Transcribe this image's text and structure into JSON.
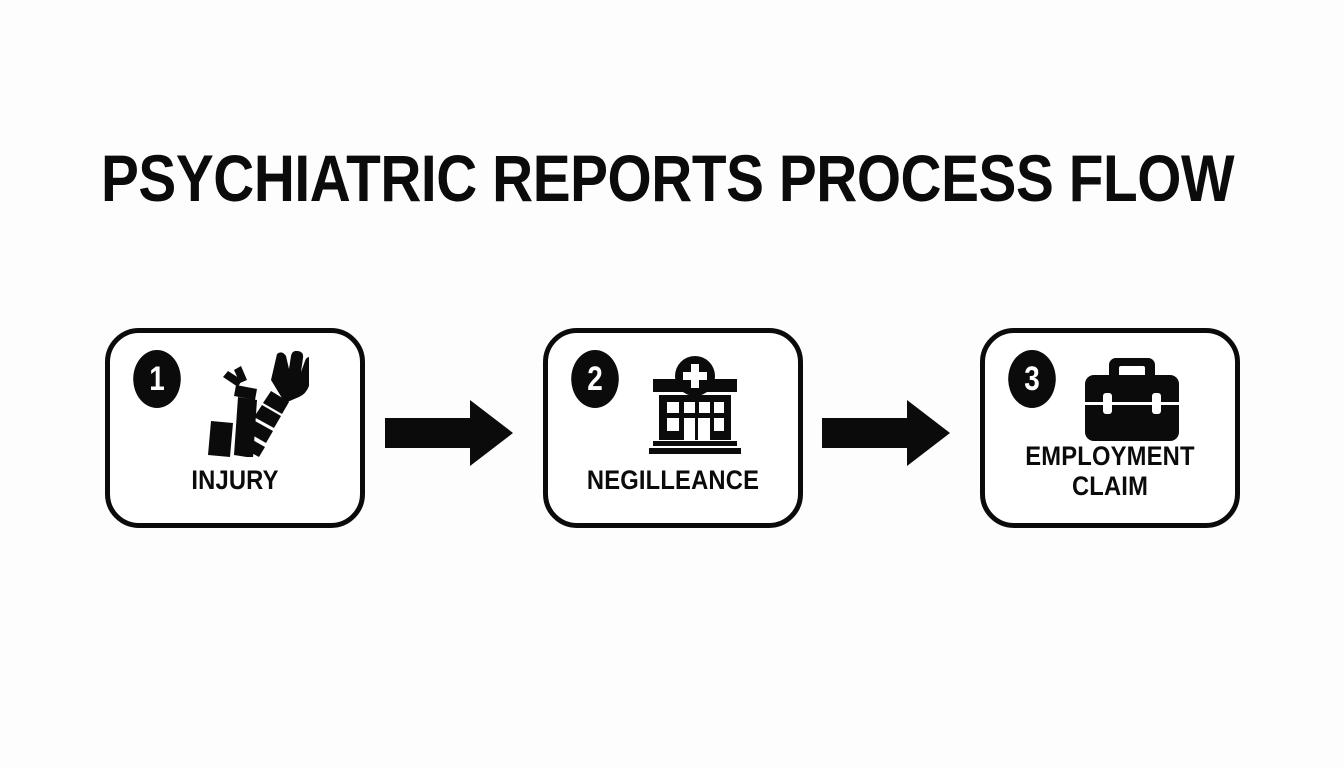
{
  "page": {
    "title": "PSYCHIATRIC REPORTS PROCESS FLOW",
    "background_color": "#fdfdfd",
    "ink_color": "#0b0b0b"
  },
  "flow": {
    "orientation": "horizontal-left-to-right",
    "connector": "solid-black-arrow",
    "steps": [
      {
        "number": "1",
        "label": "INJURY",
        "icon": "bandaged-arm-icon"
      },
      {
        "number": "2",
        "label": "NEGILLEANCE",
        "icon": "hospital-building-icon"
      },
      {
        "number": "3",
        "label_line1": "EMPLOYMENT",
        "label_line2": "CLAIM",
        "icon": "briefcase-icon"
      }
    ],
    "arrows": [
      {
        "name": "arrow-step1-to-step2"
      },
      {
        "name": "arrow-step2-to-step3"
      }
    ]
  }
}
